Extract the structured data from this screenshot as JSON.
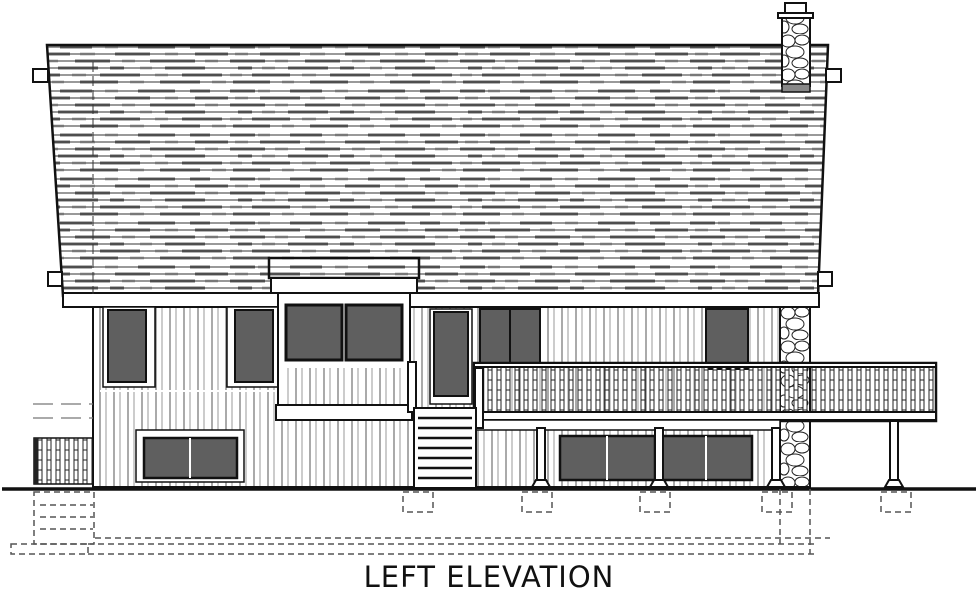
{
  "drawing": {
    "title": "LEFT ELEVATION",
    "type": "architectural-elevation",
    "colors": {
      "line": "#111111",
      "glass": "#5f5f5f",
      "shingle_dark": "#6a6a6a",
      "shingle_light": "#bdbdbd",
      "siding_line": "#8a8a8a",
      "hidden_line": "#555555",
      "background": "#ffffff"
    },
    "elements": {
      "roof": "gable-roof-asphalt-shingles",
      "chimney": "stone-chimney",
      "dormer": "bay-window-bump-out",
      "deck": "upper-deck-with-railing",
      "stairs": "deck-stairs",
      "foundation": "footings-hidden-lines"
    }
  }
}
